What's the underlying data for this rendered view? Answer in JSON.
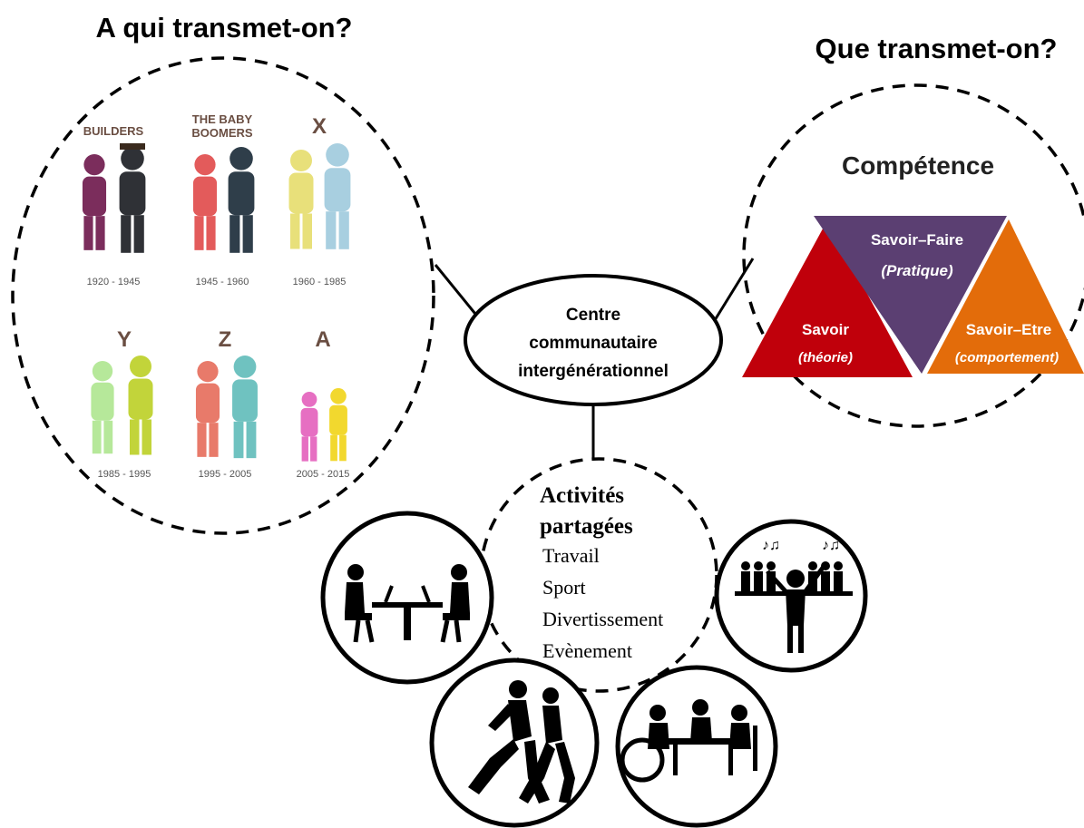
{
  "headings": {
    "who": "A qui transmet-on?",
    "what": "Que transmet-on?"
  },
  "center": {
    "line1": "Centre",
    "line2": "communautaire",
    "line3": "intergénérationnel"
  },
  "generations": [
    {
      "label": "BUILDERS",
      "years": "1920 - 1945"
    },
    {
      "label_line1": "THE BABY",
      "label_line2": "BOOMERS",
      "years": "1945 - 1960"
    },
    {
      "label": "X",
      "years": "1960 - 1985"
    },
    {
      "label": "Y",
      "years": "1985 - 1995"
    },
    {
      "label": "Z",
      "years": "1995 - 2005"
    },
    {
      "label": "A",
      "years": "2005 - 2015"
    }
  ],
  "competence": {
    "title": "Compétence",
    "savoir": "Savoir",
    "savoir_sub": "(théorie)",
    "savoir_faire": "Savoir–Faire",
    "savoir_faire_sub": "(Pratique)",
    "savoir_etre": "Savoir–Etre",
    "savoir_etre_sub": "(comportement)"
  },
  "activities": {
    "title_line1": "Activités",
    "title_line2": "partagées",
    "items": [
      "Travail",
      "Sport",
      "Divertissement",
      "Evènement"
    ]
  },
  "colors": {
    "savoir": "#c0000b",
    "savoir_faire": "#5b3f72",
    "savoir_etre": "#e36c0a"
  }
}
